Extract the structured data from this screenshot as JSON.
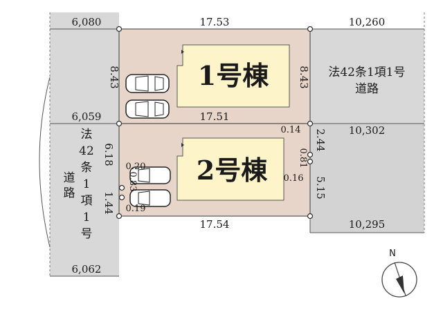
{
  "colors": {
    "road": "#d8d8d8",
    "lot": "#e6d5c8",
    "neighbor_lot": "#d3d3d3",
    "building": "#fdf5c9",
    "line": "#555555",
    "dashed": "#777777"
  },
  "buildings": {
    "b1": "1号棟",
    "b2": "2号棟"
  },
  "roads": {
    "east_line1": "法42条1項1号",
    "east_line2": "道路",
    "west_chars": [
      "法",
      "42",
      "条",
      "1",
      "項",
      "1",
      "号"
    ],
    "west_bottom_chars": [
      "道",
      "路"
    ]
  },
  "dimensions": {
    "top_lot_top": "17.53",
    "top_lot_bottom": "17.51",
    "bottom_lot_bottom": "17.54",
    "top_lot_left": "8.43",
    "top_lot_right": "8.43",
    "bottom_lot_left": "6.18",
    "bottom_lot_left_small": "1.44",
    "bottom_lot_right_top": "2.44",
    "bottom_lot_right_bottom": "5.15",
    "corner_small_1": "0.14",
    "corner_small_2": "0.81",
    "corner_small_3": "0.16",
    "left_small_1": "0.20",
    "left_small_2": "0.83",
    "left_small_3": "0.19",
    "road_left_top": "6,080",
    "road_left_mid": "6,059",
    "road_left_bottom": "6,062",
    "road_right_top": "10,260",
    "road_right_mid": "10,302",
    "road_right_bottom": "10,295"
  },
  "compass": {
    "label": "N"
  }
}
